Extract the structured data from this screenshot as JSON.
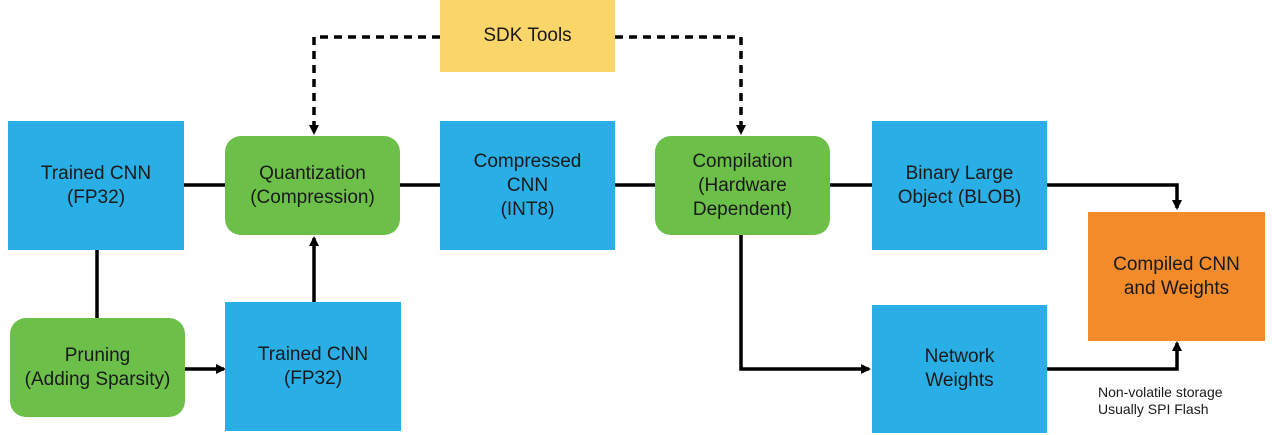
{
  "nodes": {
    "sdk_tools": {
      "lines": [
        "SDK Tools"
      ]
    },
    "trained_cnn_top": {
      "lines": [
        "Trained CNN",
        "(FP32)"
      ]
    },
    "quantization": {
      "lines": [
        "Quantization",
        "(Compression)"
      ]
    },
    "compressed_cnn": {
      "lines": [
        "Compressed",
        "CNN",
        "(INT8)"
      ]
    },
    "compilation": {
      "lines": [
        "Compilation",
        "(Hardware",
        "Dependent)"
      ]
    },
    "blob": {
      "lines": [
        "Binary Large",
        "Object (BLOB)"
      ]
    },
    "compiled_cnn": {
      "lines": [
        "Compiled CNN",
        "and Weights"
      ]
    },
    "pruning": {
      "lines": [
        "Pruning",
        "(Adding Sparsity)"
      ]
    },
    "trained_cnn_bottom": {
      "lines": [
        "Trained CNN",
        "(FP32)"
      ]
    },
    "network_weights": {
      "lines": [
        "Network",
        "Weights"
      ]
    }
  },
  "note": {
    "lines": [
      "Non-volatile storage",
      "Usually SPI Flash"
    ]
  },
  "colors": {
    "process_box": "#29aee6",
    "operation_box": "#6cc04a",
    "tool_box": "#fad66a",
    "output_box": "#f38b2b",
    "connector": "#000000"
  }
}
